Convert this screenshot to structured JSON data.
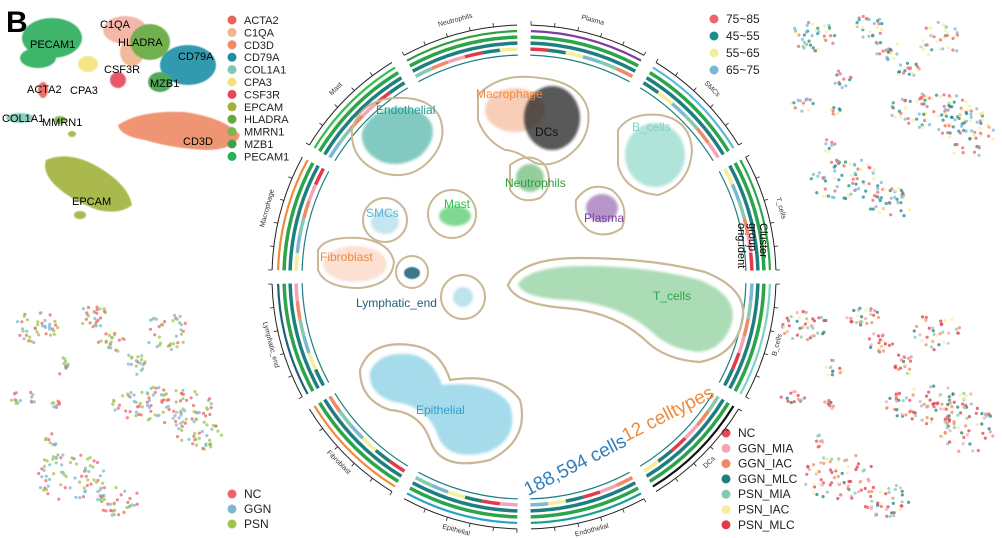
{
  "panel_letter": "B",
  "cell_count": "188,594 cells",
  "celltype_count": "12 celltypes",
  "center_clusters": [
    {
      "label": "Endothelial",
      "color": "#1b9e8f"
    },
    {
      "label": "Macrophage",
      "color": "#f08a3c"
    },
    {
      "label": "DCs",
      "color": "#111111"
    },
    {
      "label": "B_cells",
      "color": "#7fd3c5"
    },
    {
      "label": "Neutrophils",
      "color": "#2e9e3e"
    },
    {
      "label": "SMCs",
      "color": "#5bb6d6"
    },
    {
      "label": "Mast",
      "color": "#2fbf4a"
    },
    {
      "label": "Plasma",
      "color": "#7b3fa0"
    },
    {
      "label": "Fibroblast",
      "color": "#f08a3c"
    },
    {
      "label": "Lymphatic_end",
      "color": "#1f5f78"
    },
    {
      "label": "T_cells",
      "color": "#2ca44a"
    },
    {
      "label": "Epithelial",
      "color": "#2aa3c8"
    }
  ],
  "ring_sector_labels": [
    "Plasma",
    "SMCs",
    "T_cells",
    "B_cells",
    "DCs",
    "Endothelial",
    "Epithelial",
    "Fibroblast",
    "Lymphatic_end",
    "Macrophage",
    "Mast",
    "Neutrophils"
  ],
  "ring_track_labels": [
    "Cluster",
    "group",
    "orig.ident"
  ],
  "marker_map_labels": [
    {
      "label": "PECAM1"
    },
    {
      "label": "C1QA"
    },
    {
      "label": "HLADRA"
    },
    {
      "label": "CD79A"
    },
    {
      "label": "CSF3R"
    },
    {
      "label": "ACTA2"
    },
    {
      "label": "CPA3"
    },
    {
      "label": "MZB1"
    },
    {
      "label": "COL1A1"
    },
    {
      "label": "MMRN1"
    },
    {
      "label": "CD3D"
    },
    {
      "label": "EPCAM"
    }
  ],
  "marker_legend": [
    {
      "label": "ACTA2",
      "color": "#e8635a"
    },
    {
      "label": "C1QA",
      "color": "#f2b38f"
    },
    {
      "label": "CD3D",
      "color": "#ef8a66"
    },
    {
      "label": "CD79A",
      "color": "#1f8fa6"
    },
    {
      "label": "COL1A1",
      "color": "#7fc7b4"
    },
    {
      "label": "CPA3",
      "color": "#f5e07a"
    },
    {
      "label": "CSF3R",
      "color": "#e8445a"
    },
    {
      "label": "EPCAM",
      "color": "#a0b23a"
    },
    {
      "label": "HLADRA",
      "color": "#64a83c"
    },
    {
      "label": "MMRN1",
      "color": "#7ab648"
    },
    {
      "label": "MZB1",
      "color": "#3fa14a"
    },
    {
      "label": "PECAM1",
      "color": "#2cae5a"
    }
  ],
  "age_legend": [
    {
      "label": "75~85",
      "color": "#ec6468"
    },
    {
      "label": "45~55",
      "color": "#1f8b8b"
    },
    {
      "label": "55~65",
      "color": "#f6ef9a"
    },
    {
      "label": "65~75",
      "color": "#7ab8d6"
    }
  ],
  "group_legend": [
    {
      "label": "NC",
      "color": "#ec6468"
    },
    {
      "label": "GGN",
      "color": "#7ab8d6"
    },
    {
      "label": "PSN",
      "color": "#9bc64a"
    }
  ],
  "orig_legend": [
    {
      "label": "NC",
      "color": "#e8485a"
    },
    {
      "label": "GGN_MIA",
      "color": "#f2a5b8"
    },
    {
      "label": "GGN_IAC",
      "color": "#ef8a66"
    },
    {
      "label": "GGN_MLC",
      "color": "#1f7f80"
    },
    {
      "label": "PSN_MIA",
      "color": "#86c8b0"
    },
    {
      "label": "PSN_IAC",
      "color": "#f6ef9a"
    },
    {
      "label": "PSN_MLC",
      "color": "#e23a4a"
    }
  ]
}
